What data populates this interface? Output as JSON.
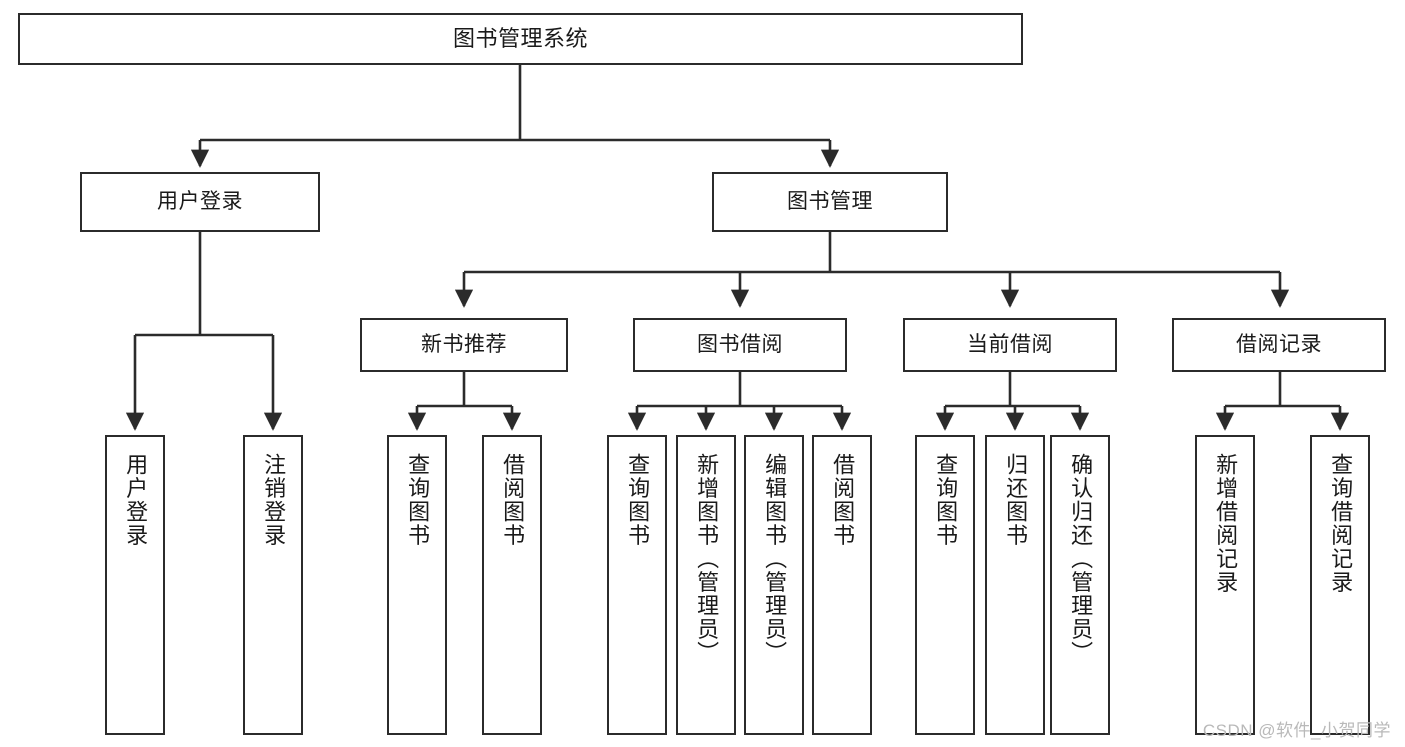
{
  "diagram": {
    "title": "图书管理系统",
    "type": "tree",
    "stroke_color": "#2b2b2b",
    "fill_color": "#ffffff",
    "text_color": "#1a1a1a"
  },
  "root": {
    "label": "图书管理系统"
  },
  "level2": [
    {
      "label": "用户登录"
    },
    {
      "label": "图书管理"
    }
  ],
  "level3": [
    {
      "label": "新书推荐"
    },
    {
      "label": "图书借阅"
    },
    {
      "label": "当前借阅"
    },
    {
      "label": "借阅记录"
    }
  ],
  "leaves": {
    "user_login": [
      {
        "label": "用户登录"
      },
      {
        "label": "注销登录"
      }
    ],
    "new_book_recommend": [
      {
        "label": "查询图书"
      },
      {
        "label": "借阅图书"
      }
    ],
    "book_borrow": [
      {
        "label": "查询图书"
      },
      {
        "label": "新增图书（管理员）"
      },
      {
        "label": "编辑图书（管理员）"
      },
      {
        "label": "借阅图书"
      }
    ],
    "current_borrow": [
      {
        "label": "查询图书"
      },
      {
        "label": "归还图书"
      },
      {
        "label": "确认归还（管理员）"
      }
    ],
    "borrow_records": [
      {
        "label": "新增借阅记录"
      },
      {
        "label": "查询借阅记录"
      }
    ]
  },
  "watermark": {
    "text": "CSDN @软件_小贺同学"
  }
}
